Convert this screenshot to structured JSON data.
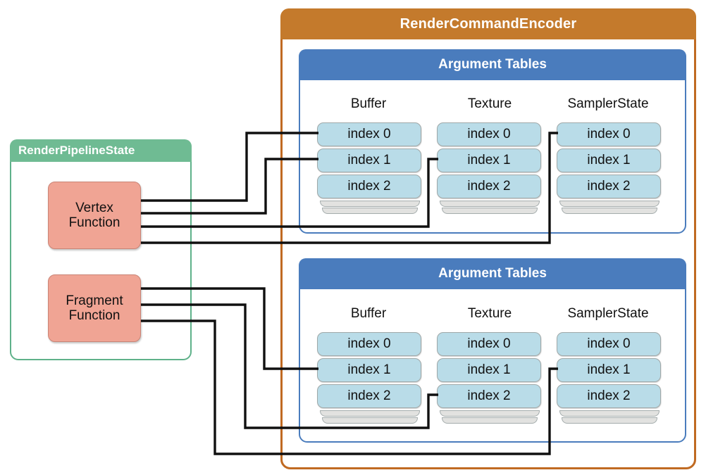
{
  "diagram": {
    "title": "Metal Argument Tables binding diagram",
    "colors": {
      "encoder_orange": "#C47A2C",
      "encoder_border": "#C06A22",
      "pipeline_green": "#6FBB93",
      "pipeline_border": "#5FB18A",
      "argument_blue": "#4A7CBD",
      "function_salmon": "#F0A494",
      "index_cell_blue": "#B9DCE8",
      "wire_black": "#101010"
    }
  },
  "encoder": {
    "title": "RenderCommandEncoder"
  },
  "pipeline": {
    "title": "RenderPipelineState",
    "functions": [
      {
        "name": "vertex-function",
        "line1": "Vertex",
        "line2": "Function"
      },
      {
        "name": "fragment-function",
        "line1": "Fragment",
        "line2": "Function"
      }
    ]
  },
  "argument_tables": [
    {
      "title": "Argument Tables",
      "stage": "vertex",
      "columns": [
        {
          "header": "Buffer",
          "cells": [
            "index 0",
            "index 1",
            "index 2"
          ]
        },
        {
          "header": "Texture",
          "cells": [
            "index 0",
            "index 1",
            "index 2"
          ]
        },
        {
          "header": "SamplerState",
          "cells": [
            "index 0",
            "index 1",
            "index 2"
          ]
        }
      ]
    },
    {
      "title": "Argument Tables",
      "stage": "fragment",
      "columns": [
        {
          "header": "Buffer",
          "cells": [
            "index 0",
            "index 1",
            "index 2"
          ]
        },
        {
          "header": "Texture",
          "cells": [
            "index 0",
            "index 1",
            "index 2"
          ]
        },
        {
          "header": "SamplerState",
          "cells": [
            "index 0",
            "index 1",
            "index 2"
          ]
        }
      ]
    }
  ],
  "connections": [
    {
      "from": "Vertex Function",
      "to": "vertex Buffer index 0"
    },
    {
      "from": "Vertex Function",
      "to": "vertex Buffer index 1"
    },
    {
      "from": "Vertex Function",
      "to": "vertex Texture index 1"
    },
    {
      "from": "Vertex Function",
      "to": "vertex SamplerState index 0"
    },
    {
      "from": "Fragment Function",
      "to": "fragment Buffer index 1"
    },
    {
      "from": "Fragment Function",
      "to": "fragment Texture index 2"
    },
    {
      "from": "Fragment Function",
      "to": "fragment SamplerState index 1"
    }
  ]
}
